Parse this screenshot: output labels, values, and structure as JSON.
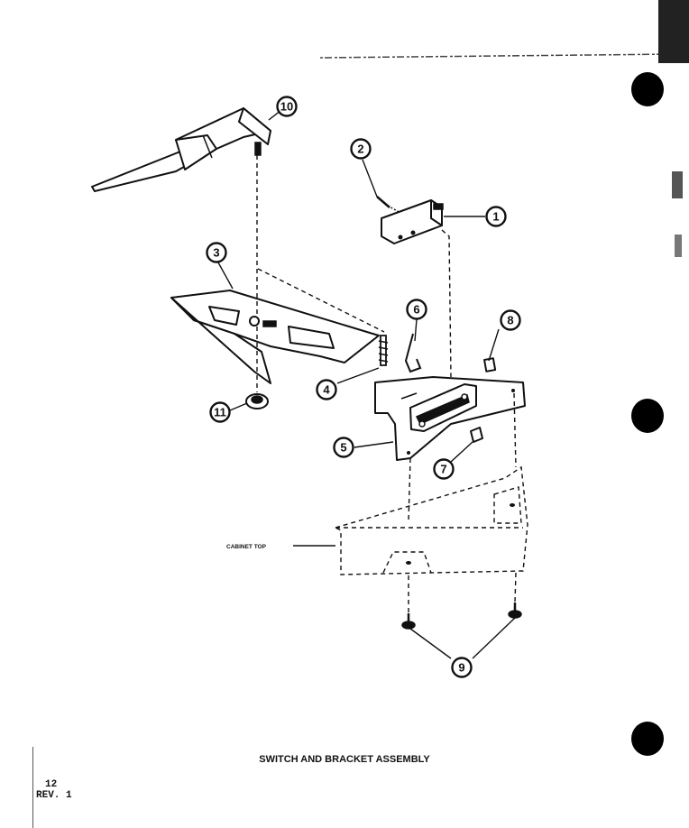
{
  "caption": "SWITCH AND BRACKET ASSEMBLY",
  "page": {
    "number": "12",
    "revision": "REV. 1"
  },
  "labels": {
    "cabinet_top": "CABINET TOP"
  },
  "callouts": [
    "1",
    "2",
    "3",
    "4",
    "5",
    "6",
    "7",
    "8",
    "9",
    "10",
    "11"
  ],
  "colors": {
    "ink": "#111111",
    "paper": "#ffffff"
  }
}
